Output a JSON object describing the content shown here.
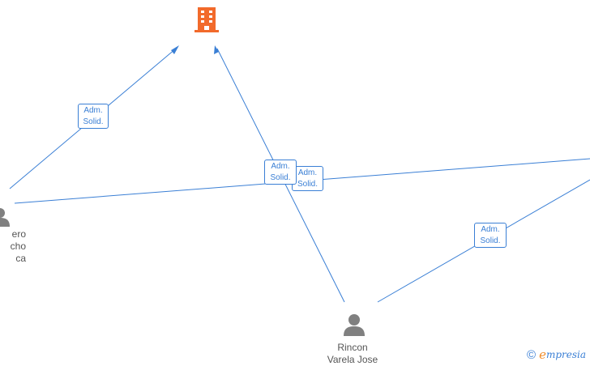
{
  "colors": {
    "edge": "#3a7fd5",
    "company_icon": "#f26a2b",
    "person_icon": "#808080"
  },
  "nodes": {
    "company": {
      "icon": "building-icon"
    },
    "person_left": {
      "icon": "person-icon",
      "name_lines": [
        "ero",
        "cho",
        "ca"
      ]
    },
    "person_bottom": {
      "icon": "person-icon",
      "name_lines": [
        "Rincon",
        "Varela Jose"
      ]
    }
  },
  "edges": [
    {
      "label_lines": [
        "Adm.",
        "Solid."
      ]
    },
    {
      "label_lines": [
        "Adm.",
        "Solid."
      ]
    },
    {
      "label_lines": [
        "Adm.",
        "Solid."
      ]
    },
    {
      "label_lines": [
        "Adm.",
        "Solid."
      ]
    }
  ],
  "brand": {
    "copyright": "©",
    "initial": "e",
    "rest": "mpresia"
  }
}
